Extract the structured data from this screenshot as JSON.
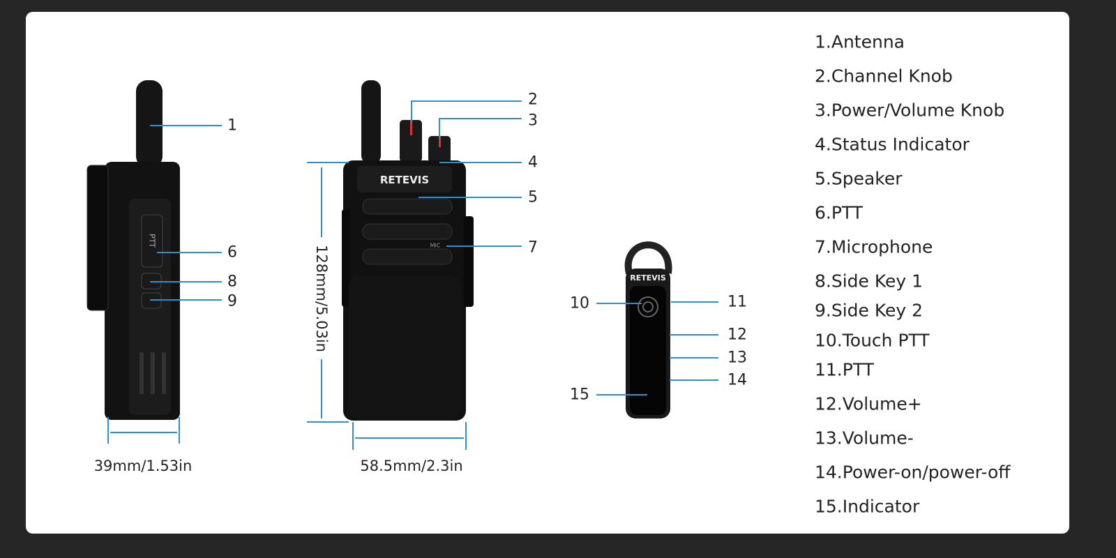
{
  "colors": {
    "background": "#262626",
    "panel": "#ffffff",
    "callout_line": "#2b8fd0",
    "device": "#111111"
  },
  "brand": "RETEVIS",
  "callouts": [
    "1",
    "2",
    "3",
    "4",
    "5",
    "6",
    "7",
    "8",
    "9",
    "10",
    "11",
    "12",
    "13",
    "14",
    "15"
  ],
  "dimensions": {
    "side_width": "39mm/1.53in",
    "front_width": "58.5mm/2.3in",
    "height": "128mm/5.03in"
  },
  "parts": [
    "1.Antenna",
    "2.Channel Knob",
    "3.Power/Volume Knob",
    "4.Status Indicator",
    "5.Speaker",
    "6.PTT",
    "7.Microphone",
    "8.Side Key 1",
    "9.Side Key 2",
    "10.Touch PTT",
    "11.PTT",
    "12.Volume+",
    "13.Volume-",
    "14.Power-on/power-off",
    "15.Indicator"
  ],
  "device_text": {
    "ptt": "PTT",
    "mic": "MIC"
  }
}
